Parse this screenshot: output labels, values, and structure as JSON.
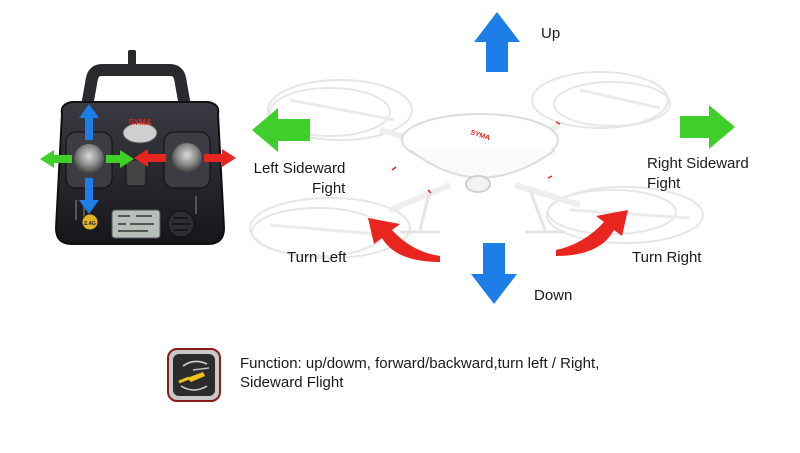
{
  "labels": {
    "up": "Up",
    "down": "Down",
    "left_line1": "Left Sideward",
    "left_line2": "Fight",
    "right_line1": "Right Sideward",
    "right_line2": "Fight",
    "turn_left": "Turn Left",
    "turn_right": "Turn Right"
  },
  "remote": {
    "brand": "SYMA",
    "badge": "2.4G"
  },
  "drone": {
    "brand": "SYMA"
  },
  "function": {
    "line1": "Function: up/dowm, forward/backward,turn left / Right,",
    "line2": "Sideward Flight"
  },
  "colors": {
    "blue": "#1e7ee8",
    "green": "#3ecf2a",
    "red": "#e8251e",
    "remote_body": "#26262c"
  },
  "icons": [
    "up-arrow-icon",
    "down-arrow-icon",
    "left-arrow-icon",
    "right-arrow-icon",
    "turn-left-arrow-icon",
    "turn-right-arrow-icon",
    "helicopter-function-icon"
  ]
}
